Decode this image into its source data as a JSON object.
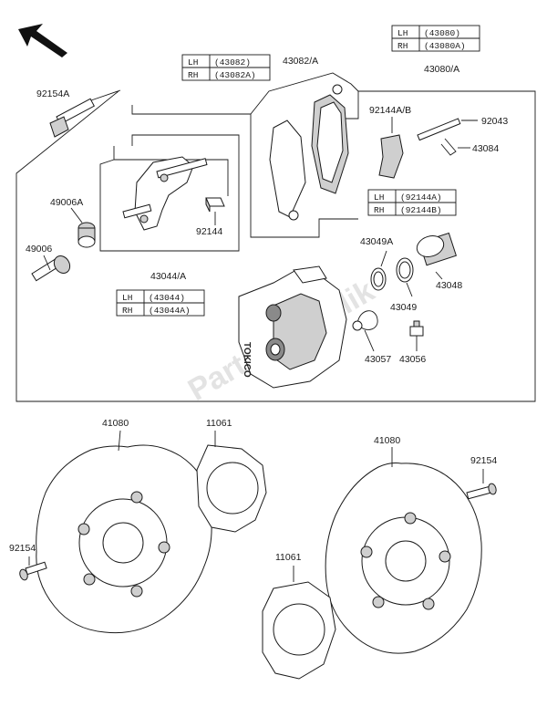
{
  "labels": {
    "p92154A": "92154A",
    "p43082A": "43082/A",
    "p43080A": "43080/A",
    "p92144AB": "92144A/B",
    "p92043": "92043",
    "p43084": "43084",
    "p49006A": "49006A",
    "p49006": "49006",
    "p92144": "92144",
    "p43044A": "43044/A",
    "p43049A": "43049A",
    "p43048": "43048",
    "p43049": "43049",
    "p43057": "43057",
    "p43056": "43056",
    "p41080_left": "41080",
    "p11061_top": "11061",
    "p41080_right": "41080",
    "p92154_right": "92154",
    "p92154_left": "92154",
    "p11061_bottom": "11061"
  },
  "tables": {
    "t43082": {
      "lh_side": "LH",
      "lh_code": "(43082)",
      "rh_side": "RH",
      "rh_code": "(43082A)"
    },
    "t43080": {
      "lh_side": "LH",
      "lh_code": "(43080)",
      "rh_side": "RH",
      "rh_code": "(43080A)"
    },
    "t92144": {
      "lh_side": "LH",
      "lh_code": "(92144A)",
      "rh_side": "RH",
      "rh_code": "(92144B)"
    },
    "t43044": {
      "lh_side": "LH",
      "lh_code": "(43044)",
      "rh_side": "RH",
      "rh_code": "(43044A)"
    }
  },
  "caliper_brand": "TOKICO",
  "watermark": "PartsRepublik",
  "icons": {
    "orientation": "front-arrow-icon"
  }
}
